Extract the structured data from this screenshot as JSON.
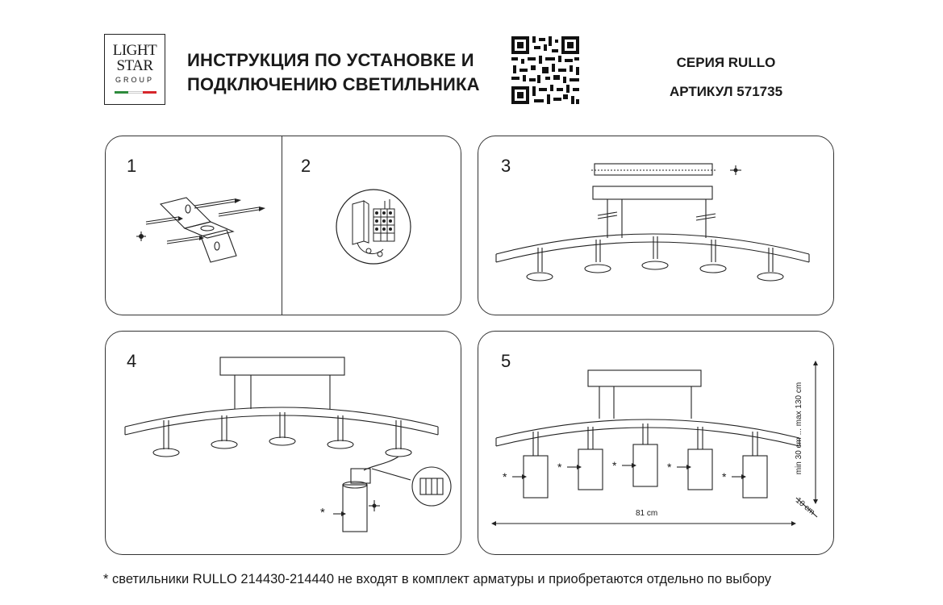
{
  "header": {
    "logo": {
      "line1": "LIGHT",
      "line2": "STAR",
      "line3": "GROUP",
      "flag_colors": [
        "#2e8b3c",
        "#ffffff",
        "#d6262b"
      ]
    },
    "title_line1": "ИНСТРУКЦИЯ ПО УСТАНОВКЕ И",
    "title_line2": "ПОДКЛЮЧЕНИЮ СВЕТИЛЬНИКА",
    "series": "СЕРИЯ RULLO",
    "article": "АРТИКУЛ 571735"
  },
  "steps": [
    {
      "number": "1"
    },
    {
      "number": "2"
    },
    {
      "number": "3"
    },
    {
      "number": "4"
    },
    {
      "number": "5"
    }
  ],
  "dimensions": {
    "height": "min 30 cm ... max 130 cm",
    "depth": "10 cm",
    "width": "81 cm"
  },
  "marker": "*",
  "footnote": "* светильники RULLO 214430-214440 не входят в комплект арматуры и приобретаются отдельно по выбору"
}
